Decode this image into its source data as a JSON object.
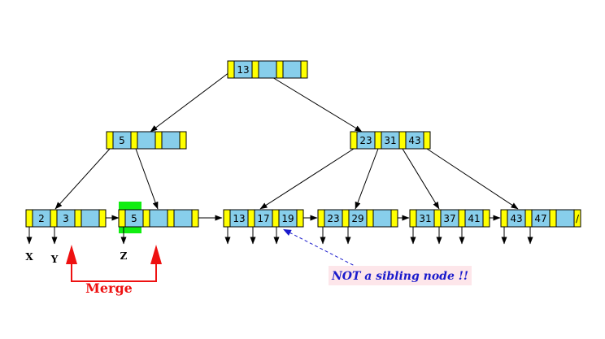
{
  "colors": {
    "pointer_cell": "#ffff00",
    "key_cell": "#87ceeb",
    "highlight": "#11ee11",
    "merge": "#ee1111",
    "note_text": "#1a1acc",
    "note_bg": "#fde6ea"
  },
  "root": {
    "keys": [
      "13",
      "",
      ""
    ]
  },
  "internal": [
    {
      "keys": [
        "5",
        "",
        ""
      ]
    },
    {
      "keys": [
        "23",
        "31",
        "43"
      ]
    }
  ],
  "leaves": [
    {
      "keys": [
        "2",
        "3",
        ""
      ],
      "end": ""
    },
    {
      "keys": [
        "5",
        "",
        ""
      ],
      "end": ""
    },
    {
      "keys": [
        "13",
        "17",
        "19"
      ],
      "end": ""
    },
    {
      "keys": [
        "23",
        "29",
        ""
      ],
      "end": ""
    },
    {
      "keys": [
        "31",
        "37",
        "41"
      ],
      "end": ""
    },
    {
      "keys": [
        "43",
        "47",
        ""
      ],
      "end": "/"
    }
  ],
  "labels": {
    "x": "X",
    "y": "Y",
    "z": "Z",
    "merge": "Merge",
    "note": "NOT a sibling node !!"
  }
}
